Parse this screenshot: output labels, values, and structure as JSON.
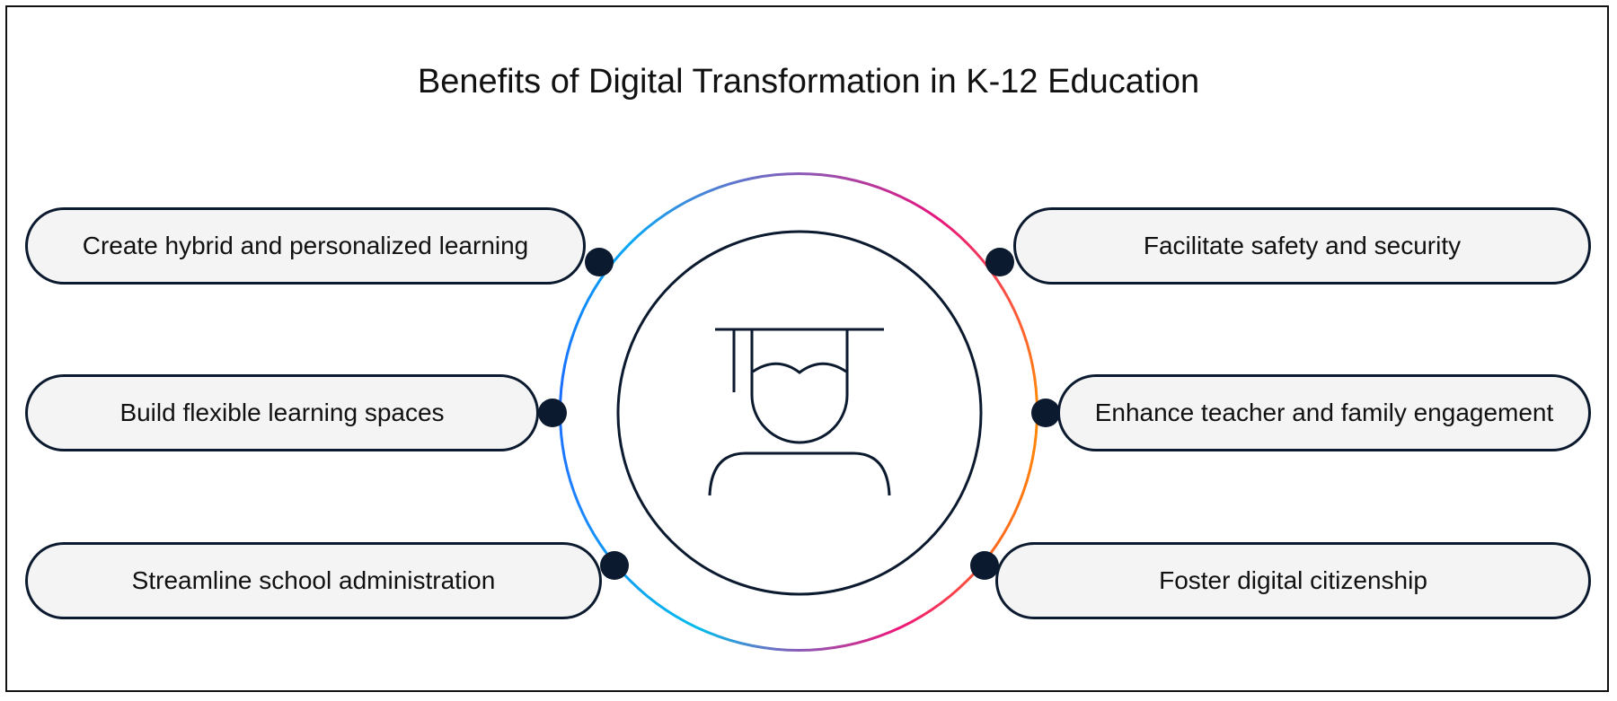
{
  "title": "Benefits of Digital Transformation in K-12 Education",
  "benefits_left": [
    {
      "label": "Create hybrid and personalized learning"
    },
    {
      "label": "Build flexible learning spaces"
    },
    {
      "label": "Streamline school administration"
    }
  ],
  "benefits_right": [
    {
      "label": "Facilitate safety and security"
    },
    {
      "label": "Enhance teacher and family engagement"
    },
    {
      "label": "Foster digital citizenship"
    }
  ],
  "center_icon": "graduate-student-icon",
  "colors": {
    "outline": "#0b1a2e",
    "pill_fill": "#f4f4f4"
  }
}
